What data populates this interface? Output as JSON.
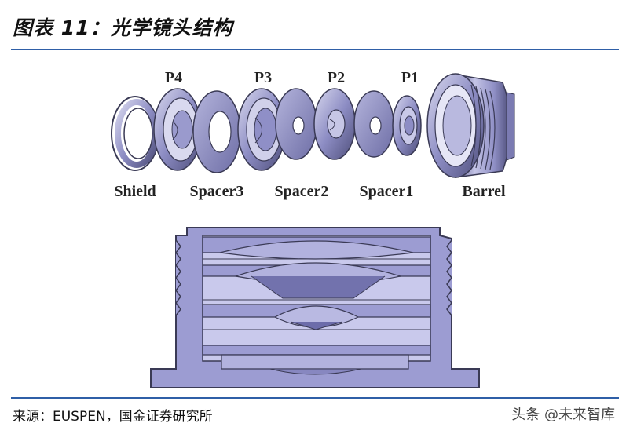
{
  "figure": {
    "title": "图表 11：光学镜头结构"
  },
  "exploded_view": {
    "lens_labels": [
      "P4",
      "P3",
      "P2",
      "P1"
    ],
    "part_labels": [
      "Shield",
      "Spacer3",
      "Spacer2",
      "Spacer1",
      "Barrel"
    ]
  },
  "footer": {
    "source": "来源：EUSPEN，国金证券研究所",
    "watermark": "头条 @未来智库"
  },
  "colors": {
    "accent_rule": "#2f5fa7",
    "part_fill": "#9c9cd2",
    "part_stroke": "#3a3a55"
  }
}
